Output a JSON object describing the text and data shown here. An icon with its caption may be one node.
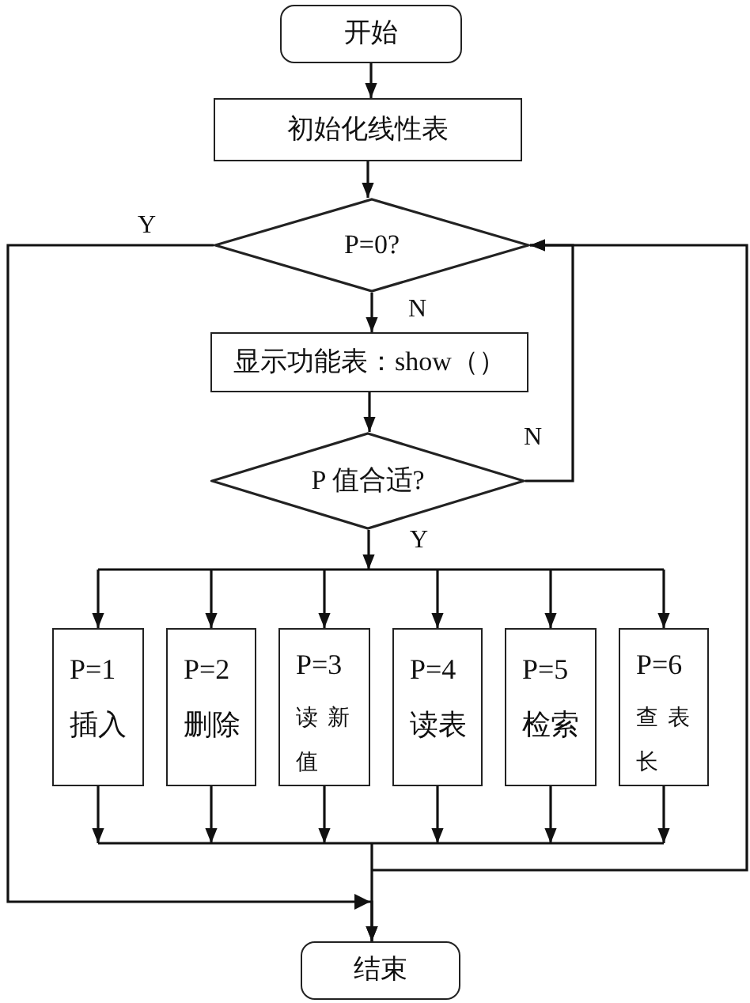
{
  "diagram": {
    "nodes": [
      {
        "text": [
          "开始"
        ]
      },
      {
        "text": [
          "初始化线性表"
        ]
      },
      {
        "text": [
          "P=0?"
        ]
      },
      {
        "text": [
          "显示功能表：show（）"
        ]
      },
      {
        "text": [
          "P 值合适?"
        ]
      },
      {
        "text": [
          "P=1",
          "插入"
        ]
      },
      {
        "text": [
          "P=2",
          "删除"
        ]
      },
      {
        "text": [
          "P=3",
          "读新值"
        ]
      },
      {
        "text": [
          "P=4",
          "读表"
        ]
      },
      {
        "text": [
          "P=5",
          "检索"
        ]
      },
      {
        "text": [
          "P=6",
          "查表长"
        ]
      },
      {
        "text": [
          "结束"
        ]
      }
    ],
    "edges": [
      {
        "from": 0,
        "to": 1,
        "arrow": "to"
      },
      {
        "from": 1,
        "to": 2,
        "arrow": "to"
      },
      {
        "from": 2,
        "to": 3,
        "arrow": "to",
        "label": "N"
      },
      {
        "from": 2,
        "to": 11,
        "arrow": "to",
        "label": "Y"
      },
      {
        "from": 3,
        "to": 4,
        "arrow": "to"
      },
      {
        "from": 4,
        "to": 2,
        "arrow": "to",
        "label": "N"
      },
      {
        "from": 4,
        "to": 5,
        "arrow": "to",
        "label": "Y"
      },
      {
        "from": 4,
        "to": 6,
        "arrow": "to"
      },
      {
        "from": 4,
        "to": 7,
        "arrow": "to"
      },
      {
        "from": 4,
        "to": 8,
        "arrow": "to"
      },
      {
        "from": 4,
        "to": 9,
        "arrow": "to"
      },
      {
        "from": 4,
        "to": 10,
        "arrow": "to"
      },
      {
        "from": 5,
        "to": 11,
        "arrow": "to"
      },
      {
        "from": 6,
        "to": 11,
        "arrow": "to"
      },
      {
        "from": 7,
        "to": 11,
        "arrow": "to"
      },
      {
        "from": 8,
        "to": 11,
        "arrow": "to"
      },
      {
        "from": 9,
        "to": 11,
        "arrow": "to"
      },
      {
        "from": 10,
        "to": 11,
        "arrow": "to"
      },
      {
        "from": 5,
        "to": 2,
        "arrow": "to"
      },
      {
        "from": 6,
        "to": 2,
        "arrow": "to"
      },
      {
        "from": 7,
        "to": 2,
        "arrow": "to"
      },
      {
        "from": 8,
        "to": 2,
        "arrow": "to"
      },
      {
        "from": 9,
        "to": 2,
        "arrow": "to"
      },
      {
        "from": 10,
        "to": 2,
        "arrow": "to"
      }
    ]
  }
}
